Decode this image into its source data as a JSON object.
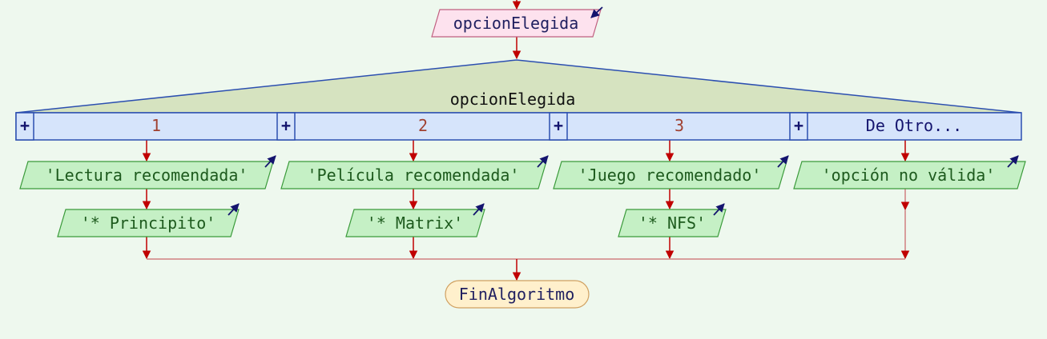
{
  "colors": {
    "background": "#eef8ee",
    "arrow": "#c00000",
    "io_fill": "#c5f0c5",
    "io_stroke": "#3a9a3a",
    "io_text": "#1d5a1d",
    "input_fill": "#fde2ee",
    "input_stroke": "#c06080",
    "input_text": "#202060",
    "switch_fill": "#d6e3c0",
    "case_fill": "#d6e4fb",
    "switch_stroke": "#2c4fb0",
    "case_label": "#a04030",
    "end_fill": "#fff0cc",
    "end_stroke": "#d0a060",
    "arrow_icon": "#14146e"
  },
  "input": {
    "label": "opcionElegida",
    "icon": "arrow-down-left-icon"
  },
  "switch": {
    "expression": "opcionElegida",
    "expand_symbol": "+",
    "cases": [
      {
        "label": "1"
      },
      {
        "label": "2"
      },
      {
        "label": "3"
      },
      {
        "label": "De Otro..."
      }
    ]
  },
  "outputs": [
    [
      "'Lectura recomendada'",
      "'* Principito'"
    ],
    [
      "'Película recomendada'",
      "'* Matrix'"
    ],
    [
      "'Juego recomendado'",
      "'* NFS'"
    ],
    [
      "'opción no válida'"
    ]
  ],
  "output_icon": "arrow-up-right-icon",
  "end": {
    "label": "FinAlgoritmo"
  }
}
